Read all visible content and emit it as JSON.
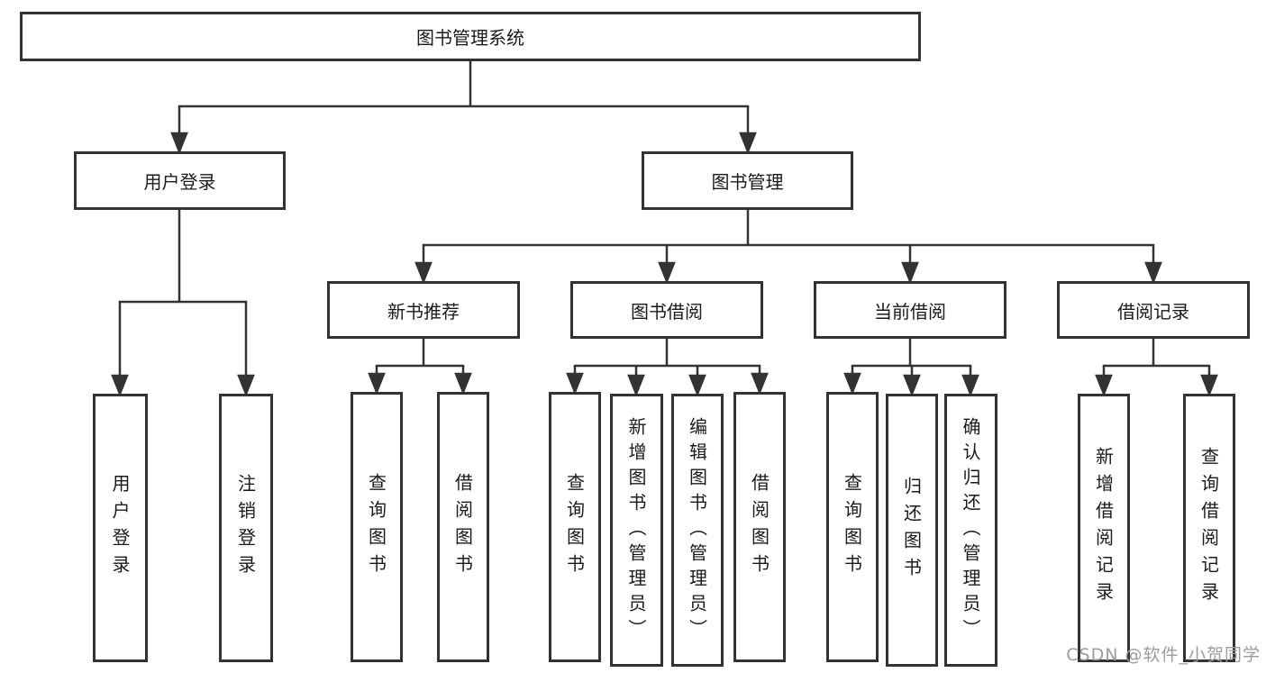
{
  "diagram": {
    "root": {
      "label": "图书管理系统"
    },
    "branches": [
      {
        "label": "用户登录",
        "children": [
          "用户登录",
          "注销登录"
        ]
      },
      {
        "label": "图书管理",
        "children": [
          {
            "label": "新书推荐",
            "children": [
              "查询图书",
              "借阅图书"
            ]
          },
          {
            "label": "图书借阅",
            "children": [
              "查询图书",
              "新增图书（管理员）",
              "编辑图书（管理员）",
              "借阅图书"
            ]
          },
          {
            "label": "当前借阅",
            "children": [
              "查询图书",
              "归还图书",
              "确认归还（管理员）"
            ]
          },
          {
            "label": "借阅记录",
            "children": [
              "新增借阅记录",
              "查询借阅记录"
            ]
          }
        ]
      }
    ]
  },
  "watermark": {
    "text": "CSDN @软件_小贺同学"
  },
  "colors": {
    "line": "#333333",
    "box_border": "#333333",
    "text": "#1a1a1a",
    "watermark": "#9c9c9c",
    "background": "#ffffff"
  }
}
